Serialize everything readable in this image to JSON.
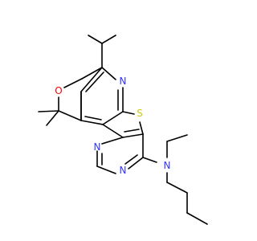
{
  "molecule": {
    "colors": {
      "bond": "#000000",
      "N": "#3333ff",
      "O": "#ff0000",
      "S": "#cccc00",
      "background": "#ffffff"
    },
    "atom_labels": {
      "o_ring": "O",
      "n_pyridine": "N",
      "s_thiophene": "S",
      "n_pyrimidine_top": "N",
      "n_pyrimidine_bottom": "N",
      "n_amine": "N"
    }
  }
}
